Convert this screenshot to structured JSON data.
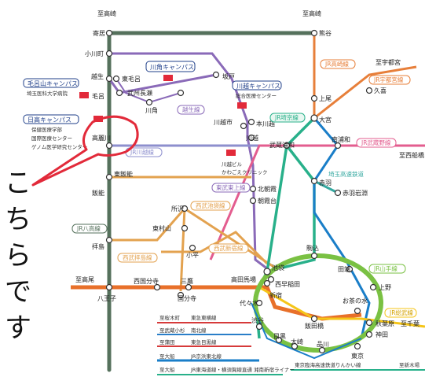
{
  "stations": {
    "takasaki_left": "至高崎",
    "takasaki_right": "至高崎",
    "yorii": "寄居",
    "kumagaya": "熊谷",
    "ogawamachi": "小川町",
    "sakado": "坂戸",
    "ageo": "上尾",
    "kuki": "久喜",
    "utsunomiya": "至宇都宮",
    "koshigaya": "越生",
    "higashimoro": "東毛呂",
    "bushu_nagase": "武州長瀬",
    "moro": "毛呂",
    "kawakado": "川角",
    "kawagoeshi": "川越市",
    "honkawagoe": "本川越",
    "kawagoe": "川越",
    "omiya": "大宮",
    "musashi_urawa": "武蔵浦和",
    "minami_urawa": "南浦和",
    "nishifunabashi": "至西船橋",
    "komagawa": "高麗川",
    "higashi_hanno": "東飯能",
    "hanno": "飯能",
    "kitaasaka": "北朝霞",
    "asakadai": "朝霞台",
    "akabane": "赤羽",
    "akabane_iwabuchi": "赤羽岩淵",
    "tokorozawa": "所沢",
    "higashimurayama": "東村山",
    "haijima": "拝島",
    "kodaira": "小平",
    "komagome": "駒込",
    "tabata": "田端",
    "ikebukuro": "池袋",
    "takadanobaba": "高田馬場",
    "nishi_waseda": "西早稲田",
    "shinjuku": "新宿",
    "nishikokubunji": "西国分寺",
    "mitaka": "三鷹",
    "takao": "至高尾",
    "hachioji": "八王子",
    "kokubunji": "国分寺",
    "yoyogi": "代々木",
    "ochanomizu": "お茶の水",
    "iidabashi": "飯田橋",
    "akihabara": "秋葉原",
    "chiba": "至千葉",
    "kanda": "神田",
    "ueno": "上野",
    "shibuya": "渋谷",
    "meguro": "目黒",
    "osaki": "大崎",
    "shinagawa": "品川",
    "tokyo": "東京"
  },
  "line_tags": {
    "jr_takasaki": "JR高崎線",
    "jr_utsunomiya": "JR宇都宮線",
    "ogose": "越生線",
    "jr_saikyo": "JR埼京線",
    "jr_musashino": "JR武蔵野線",
    "jr_kawagoe": "JR川越線",
    "tobu_tojo": "東武東上線",
    "saitama_kosoku": "埼玉高速鉄道",
    "seibu_ikebukuro": "西武池袋線",
    "jr_hachiko": "JR八高線",
    "seibu_shinjuku": "西武新宿線",
    "seibu_haijima": "西武拝島線",
    "jr_yamanote": "JR山手線",
    "jr_sobu": "JR総武線"
  },
  "campuses": {
    "kawakado": {
      "name": "川角キャンパス",
      "sub": ""
    },
    "moroyama": {
      "name": "毛呂山キャンパス",
      "sub": "埼玉医科大学病院"
    },
    "kawagoe": {
      "name": "川越キャンパス",
      "sub": "総合医療センター"
    },
    "hidaka": {
      "name": "日高キャンパス",
      "sub1": "保健医療学部",
      "sub2": "国際医療センター",
      "sub3": "ゲノム医学研究センター"
    },
    "kawagoe_bldg": {
      "name": "川越ビル",
      "sub": "かわごえクリニック"
    }
  },
  "callout": {
    "text": "こちらです"
  },
  "legend": [
    {
      "from": "至桜木町",
      "line": "東急東横線"
    },
    {
      "from": "至武蔵小杉",
      "line": "南北線"
    },
    {
      "from": "至蒲田",
      "line": "東急目黒線"
    },
    {
      "from": "至大船",
      "line": "JR京浜東北線"
    },
    {
      "from": "至大船",
      "line": "JR東海道線・横須賀線直通 湘南新宿ライナー"
    }
  ],
  "bottom_right": {
    "rinkai": "東京臨海高速鉄道りんかい線",
    "musashino": "至新木場"
  },
  "colors": {
    "hachiko": "#55715c",
    "tojo": "#8a6ab8",
    "kawagoe": "#8d8fce",
    "seibu": "#e3a24f",
    "chuo": "#e8702a",
    "yamanote": "#7ac143",
    "saikyo": "#28b08a",
    "keihin": "#1a7ec8",
    "takasaki": "#e77f3a",
    "utsunomiya": "#e77f3a",
    "musashino": "#e35d8f",
    "saitama_kosoku": "#35a8a0",
    "sobu": "#f5c518",
    "tokyu": "#d63a3a",
    "campus": "#e22a3a",
    "callout": "#e22a3a"
  }
}
